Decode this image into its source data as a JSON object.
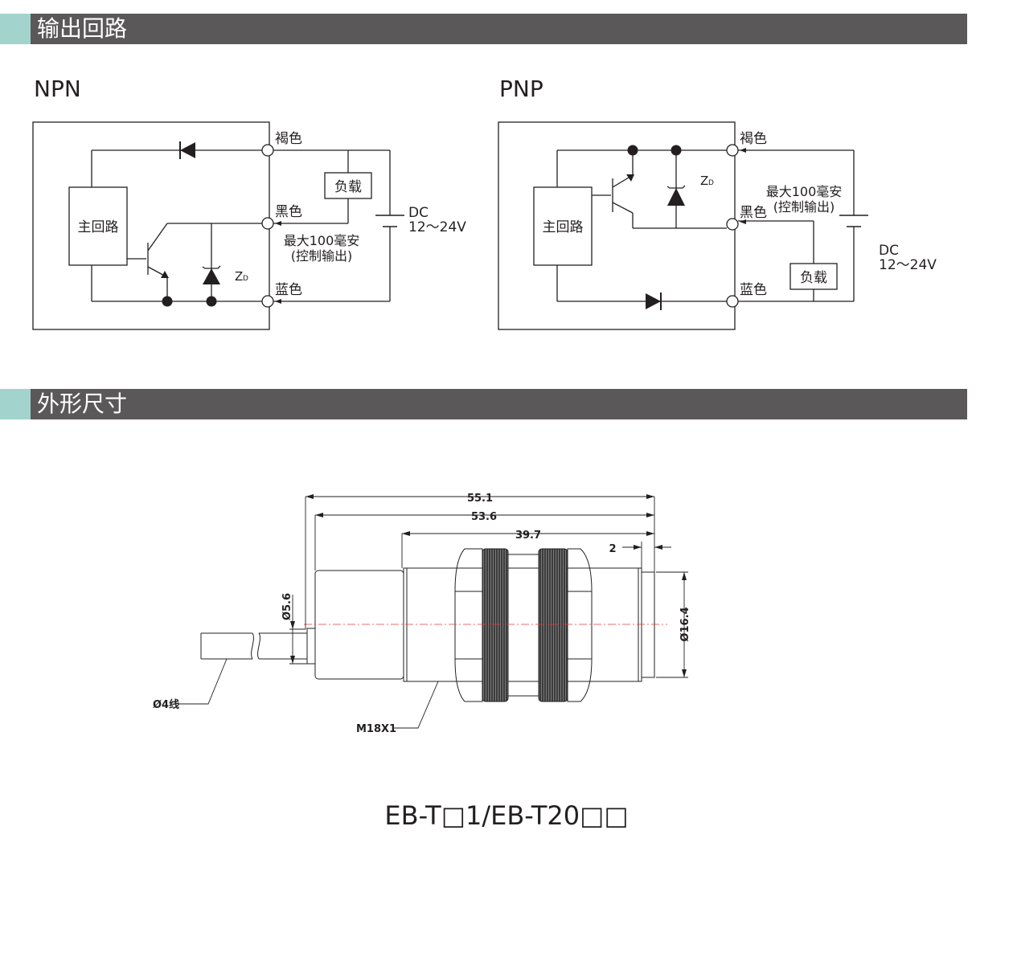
{
  "sections": {
    "output_circuit": "输出回路",
    "dimensions": "外形尺寸"
  },
  "npn": {
    "title": "NPN",
    "main_circuit": "主回路",
    "load": "负载",
    "brown": "褐色",
    "black": "黑色",
    "blue": "蓝色",
    "zd_main": "Z",
    "zd_sub": "D",
    "max_line1": "最大100毫安",
    "max_line2": "(控制输出)",
    "dc": "DC",
    "voltage": "12～24V"
  },
  "pnp": {
    "title": "PNP",
    "main_circuit": "主回路",
    "load": "负载",
    "brown": "褐色",
    "black": "黑色",
    "blue": "蓝色",
    "zd_main": "Z",
    "zd_sub": "D",
    "max_line1": "最大100毫安",
    "max_line2": "(控制输出)",
    "dc": "DC",
    "voltage": "12～24V"
  },
  "drawing": {
    "dim_total": "55.1",
    "dim_body": "53.6",
    "dim_thread": "39.7",
    "dim_tip": "2",
    "dim_cable_dia": "Ø5.6",
    "dim_body_dia": "Ø16.4",
    "cable_label": "Ø4线",
    "thread_label": "M18X1"
  },
  "model": "EB-T□1/EB-T20□□",
  "colors": {
    "header_bg": "#5a5859",
    "header_accent": "#a3d3cd",
    "axis_line": "#e23c3c"
  }
}
